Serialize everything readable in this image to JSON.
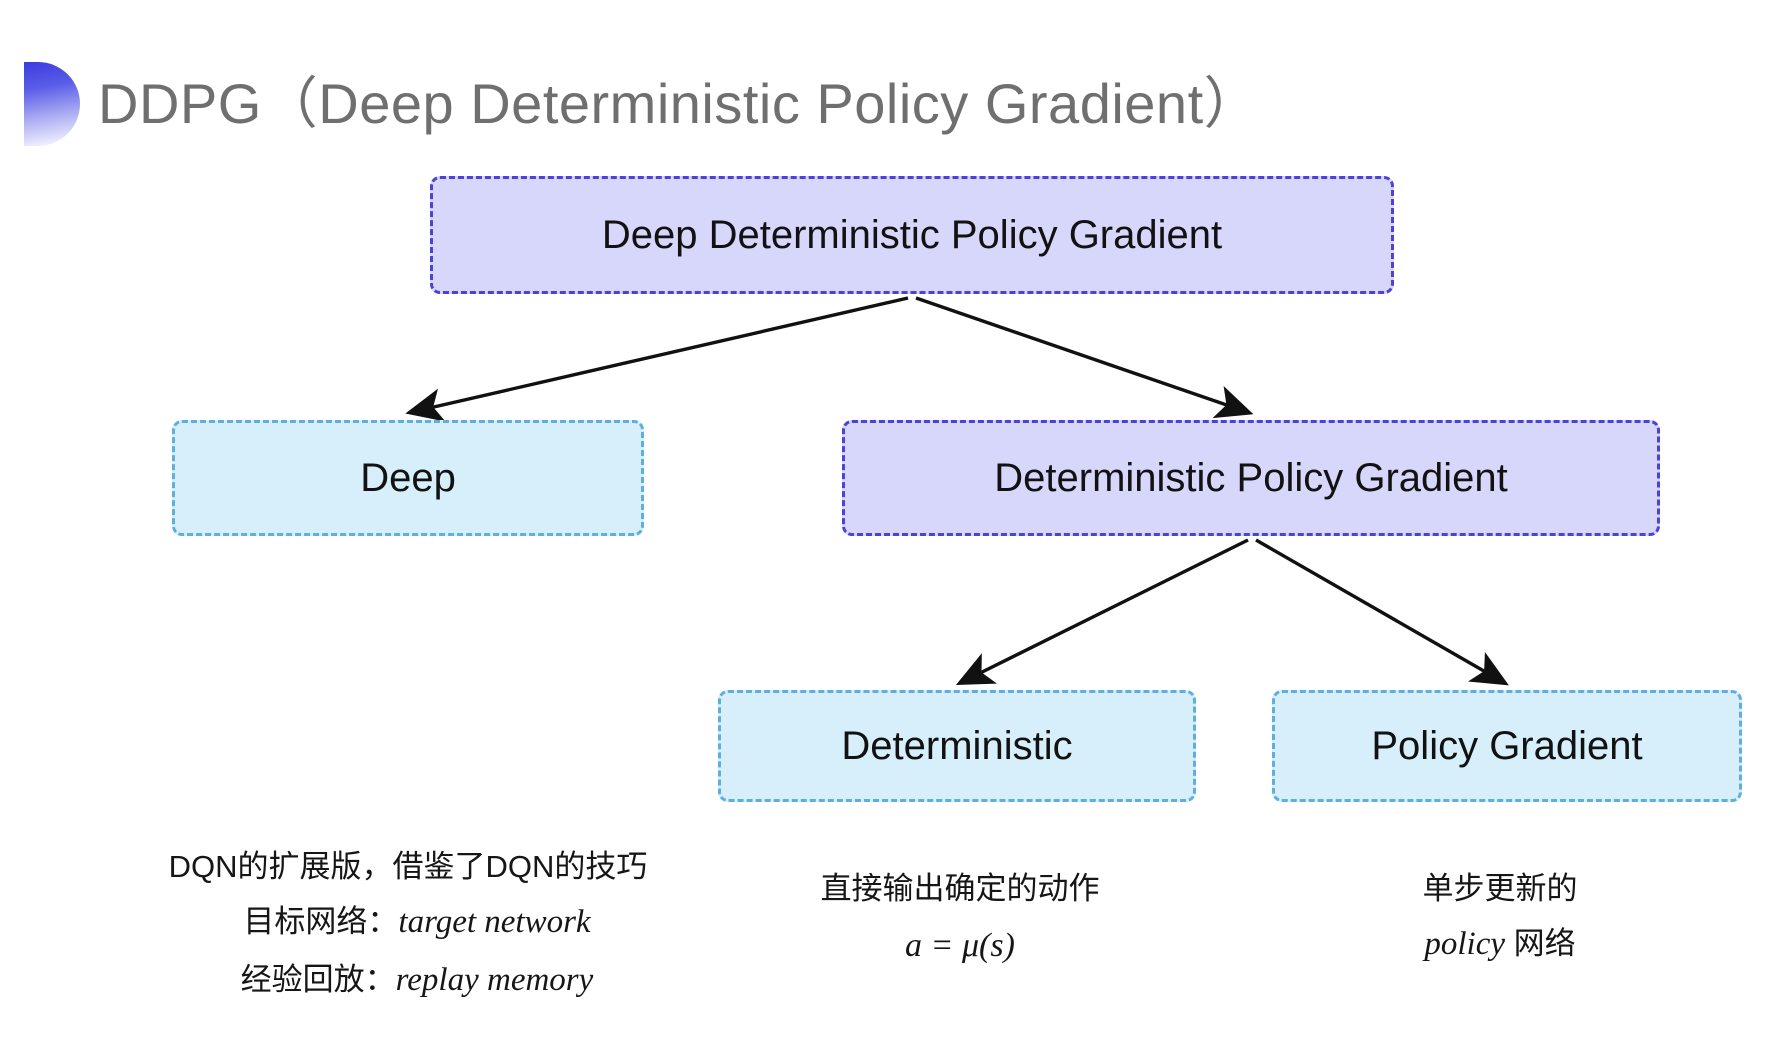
{
  "slide": {
    "title": "DDPG（Deep Deterministic Policy Gradient）",
    "background_color": "#ffffff",
    "bullet_icon": "gradient-halfcircle-icon",
    "title_color": "#6f6f6f"
  },
  "palette": {
    "purple_fill": "#d7d6fb",
    "purple_border": "#4b42d6",
    "cyan_fill": "#d6effb",
    "cyan_border": "#5fafdd",
    "arrow_color": "#111111",
    "text_color": "#121212"
  },
  "diagram": {
    "type": "tree",
    "nodes": [
      {
        "id": "root",
        "label": "Deep Deterministic Policy Gradient",
        "style": "purple"
      },
      {
        "id": "deep",
        "label": "Deep",
        "style": "cyan"
      },
      {
        "id": "dpg",
        "label": "Deterministic Policy Gradient",
        "style": "purple"
      },
      {
        "id": "deterministic",
        "label": "Deterministic",
        "style": "cyan"
      },
      {
        "id": "policy_gradient",
        "label": "Policy Gradient",
        "style": "cyan"
      }
    ],
    "edges": [
      {
        "from": "root",
        "to": "deep"
      },
      {
        "from": "root",
        "to": "dpg"
      },
      {
        "from": "dpg",
        "to": "deterministic"
      },
      {
        "from": "dpg",
        "to": "policy_gradient"
      }
    ]
  },
  "captions": {
    "left": {
      "line1": "DQN的扩展版，借鉴了DQN的技巧",
      "line2_label": "目标网络：",
      "line2_italic": "target network",
      "line3_label": "经验回放：",
      "line3_italic": "replay memory"
    },
    "middle": {
      "line1": "直接输出确定的动作",
      "formula": "a = μ(s)"
    },
    "right": {
      "line1": "单步更新的",
      "line2_italic": "policy",
      "line2_rest": " 网络"
    }
  }
}
